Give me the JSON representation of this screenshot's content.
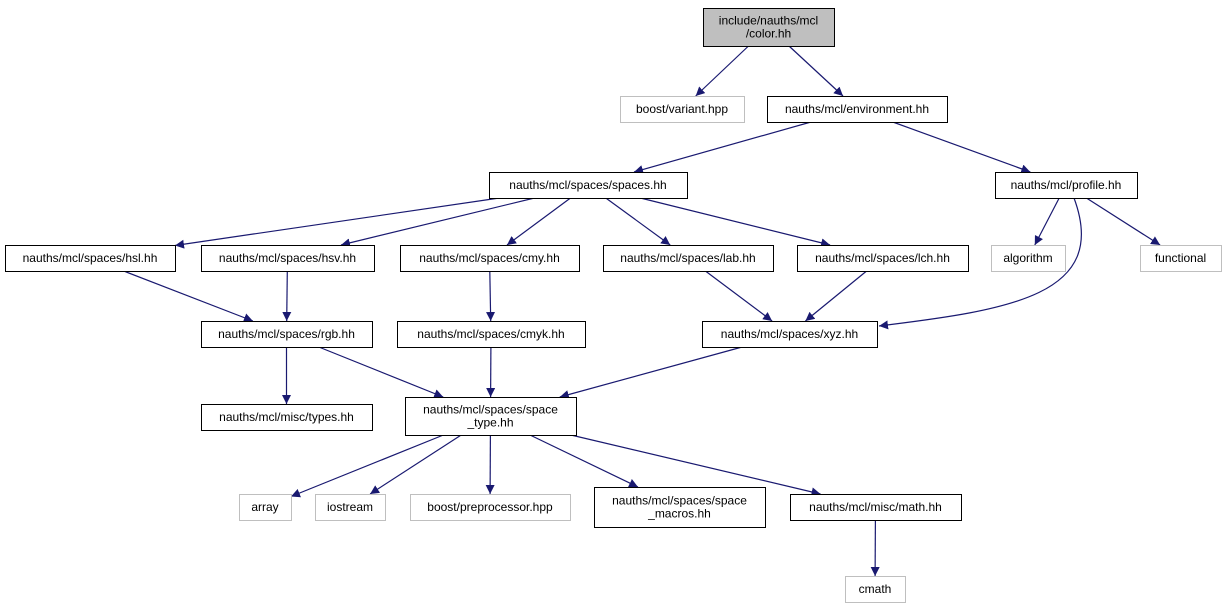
{
  "colors": {
    "edge": "#191970",
    "node_border": "#000000",
    "external_border": "#bfbfbf",
    "root_fill": "#bfbfbf",
    "node_fill": "#ffffff"
  },
  "nodes": {
    "color_hh": {
      "lines": [
        "include/nauths/mcl",
        "/color.hh"
      ],
      "kind": "root"
    },
    "boost_variant": {
      "lines": [
        "boost/variant.hpp"
      ],
      "kind": "external"
    },
    "environment_hh": {
      "lines": [
        "nauths/mcl/environment.hh"
      ],
      "kind": "internal"
    },
    "spaces_hh": {
      "lines": [
        "nauths/mcl/spaces/spaces.hh"
      ],
      "kind": "internal"
    },
    "profile_hh": {
      "lines": [
        "nauths/mcl/profile.hh"
      ],
      "kind": "internal"
    },
    "hsl_hh": {
      "lines": [
        "nauths/mcl/spaces/hsl.hh"
      ],
      "kind": "internal"
    },
    "hsv_hh": {
      "lines": [
        "nauths/mcl/spaces/hsv.hh"
      ],
      "kind": "internal"
    },
    "cmy_hh": {
      "lines": [
        "nauths/mcl/spaces/cmy.hh"
      ],
      "kind": "internal"
    },
    "lab_hh": {
      "lines": [
        "nauths/mcl/spaces/lab.hh"
      ],
      "kind": "internal"
    },
    "lch_hh": {
      "lines": [
        "nauths/mcl/spaces/lch.hh"
      ],
      "kind": "internal"
    },
    "algorithm": {
      "lines": [
        "algorithm"
      ],
      "kind": "external"
    },
    "functional": {
      "lines": [
        "functional"
      ],
      "kind": "external"
    },
    "rgb_hh": {
      "lines": [
        "nauths/mcl/spaces/rgb.hh"
      ],
      "kind": "internal"
    },
    "cmyk_hh": {
      "lines": [
        "nauths/mcl/spaces/cmyk.hh"
      ],
      "kind": "internal"
    },
    "xyz_hh": {
      "lines": [
        "nauths/mcl/spaces/xyz.hh"
      ],
      "kind": "internal"
    },
    "types_hh": {
      "lines": [
        "nauths/mcl/misc/types.hh"
      ],
      "kind": "internal"
    },
    "space_type_hh": {
      "lines": [
        "nauths/mcl/spaces/space",
        "_type.hh"
      ],
      "kind": "internal"
    },
    "array": {
      "lines": [
        "array"
      ],
      "kind": "external"
    },
    "iostream": {
      "lines": [
        "iostream"
      ],
      "kind": "external"
    },
    "boost_preprocessor": {
      "lines": [
        "boost/preprocessor.hpp"
      ],
      "kind": "external"
    },
    "space_macros_hh": {
      "lines": [
        "nauths/mcl/spaces/space",
        "_macros.hh"
      ],
      "kind": "internal"
    },
    "math_hh": {
      "lines": [
        "nauths/mcl/misc/math.hh"
      ],
      "kind": "internal"
    },
    "cmath": {
      "lines": [
        "cmath"
      ],
      "kind": "external"
    }
  },
  "edges": [
    [
      "color_hh",
      "boost_variant"
    ],
    [
      "color_hh",
      "environment_hh"
    ],
    [
      "environment_hh",
      "spaces_hh"
    ],
    [
      "environment_hh",
      "profile_hh"
    ],
    [
      "spaces_hh",
      "hsl_hh"
    ],
    [
      "spaces_hh",
      "hsv_hh"
    ],
    [
      "spaces_hh",
      "cmy_hh"
    ],
    [
      "spaces_hh",
      "lab_hh"
    ],
    [
      "spaces_hh",
      "lch_hh"
    ],
    [
      "profile_hh",
      "algorithm"
    ],
    [
      "profile_hh",
      "functional"
    ],
    [
      "profile_hh",
      "xyz_hh"
    ],
    [
      "hsl_hh",
      "rgb_hh"
    ],
    [
      "hsv_hh",
      "rgb_hh"
    ],
    [
      "cmy_hh",
      "cmyk_hh"
    ],
    [
      "lab_hh",
      "xyz_hh"
    ],
    [
      "lch_hh",
      "xyz_hh"
    ],
    [
      "rgb_hh",
      "types_hh"
    ],
    [
      "rgb_hh",
      "space_type_hh"
    ],
    [
      "cmyk_hh",
      "space_type_hh"
    ],
    [
      "xyz_hh",
      "space_type_hh"
    ],
    [
      "space_type_hh",
      "array"
    ],
    [
      "space_type_hh",
      "iostream"
    ],
    [
      "space_type_hh",
      "boost_preprocessor"
    ],
    [
      "space_type_hh",
      "space_macros_hh"
    ],
    [
      "space_type_hh",
      "math_hh"
    ],
    [
      "math_hh",
      "cmath"
    ]
  ]
}
